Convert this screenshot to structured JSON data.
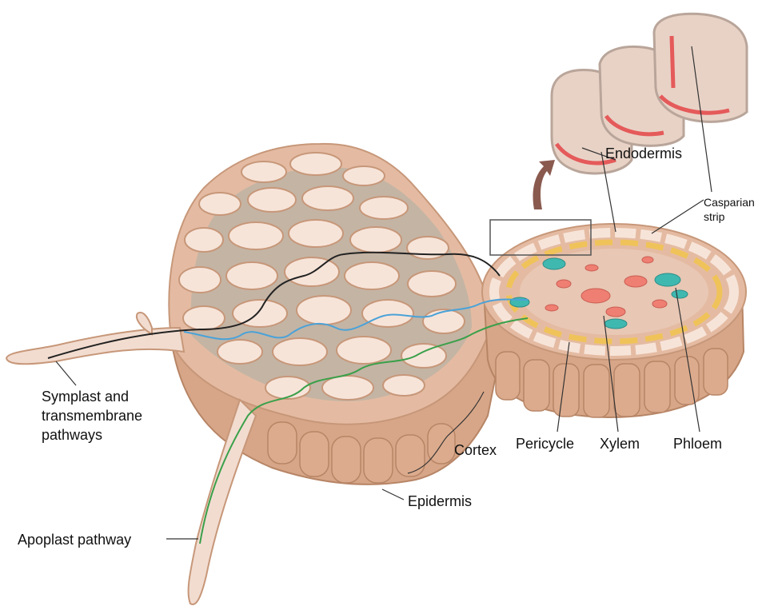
{
  "labels": {
    "endodermis": "Endodermis",
    "casparian_line1": "Casparian",
    "casparian_line2": "strip",
    "symplast_line1": "Symplast and",
    "symplast_line2": "transmembrane",
    "symplast_line3": "pathways",
    "cortex": "Cortex",
    "pericycle": "Pericycle",
    "xylem": "Xylem",
    "phloem": "Phloem",
    "epidermis": "Epidermis",
    "apoplast": "Apoplast pathway"
  },
  "colors": {
    "cell_fill": "#f7e4d9",
    "tissue": "#e3b99f",
    "tissue_dark": "#c9977b",
    "intercellular": "#a9aea6",
    "endodermis_inner": "#e8d2c6",
    "casparian": "#e55a5a",
    "xylem": "#ef7f72",
    "phloem": "#3fb8b0",
    "pericycle": "#f0c35a",
    "symplast_path": "#222222",
    "transmembrane_path": "#4aa2d8",
    "apoplast_path": "#3aa04a",
    "arrow": "#8a5a4f"
  }
}
